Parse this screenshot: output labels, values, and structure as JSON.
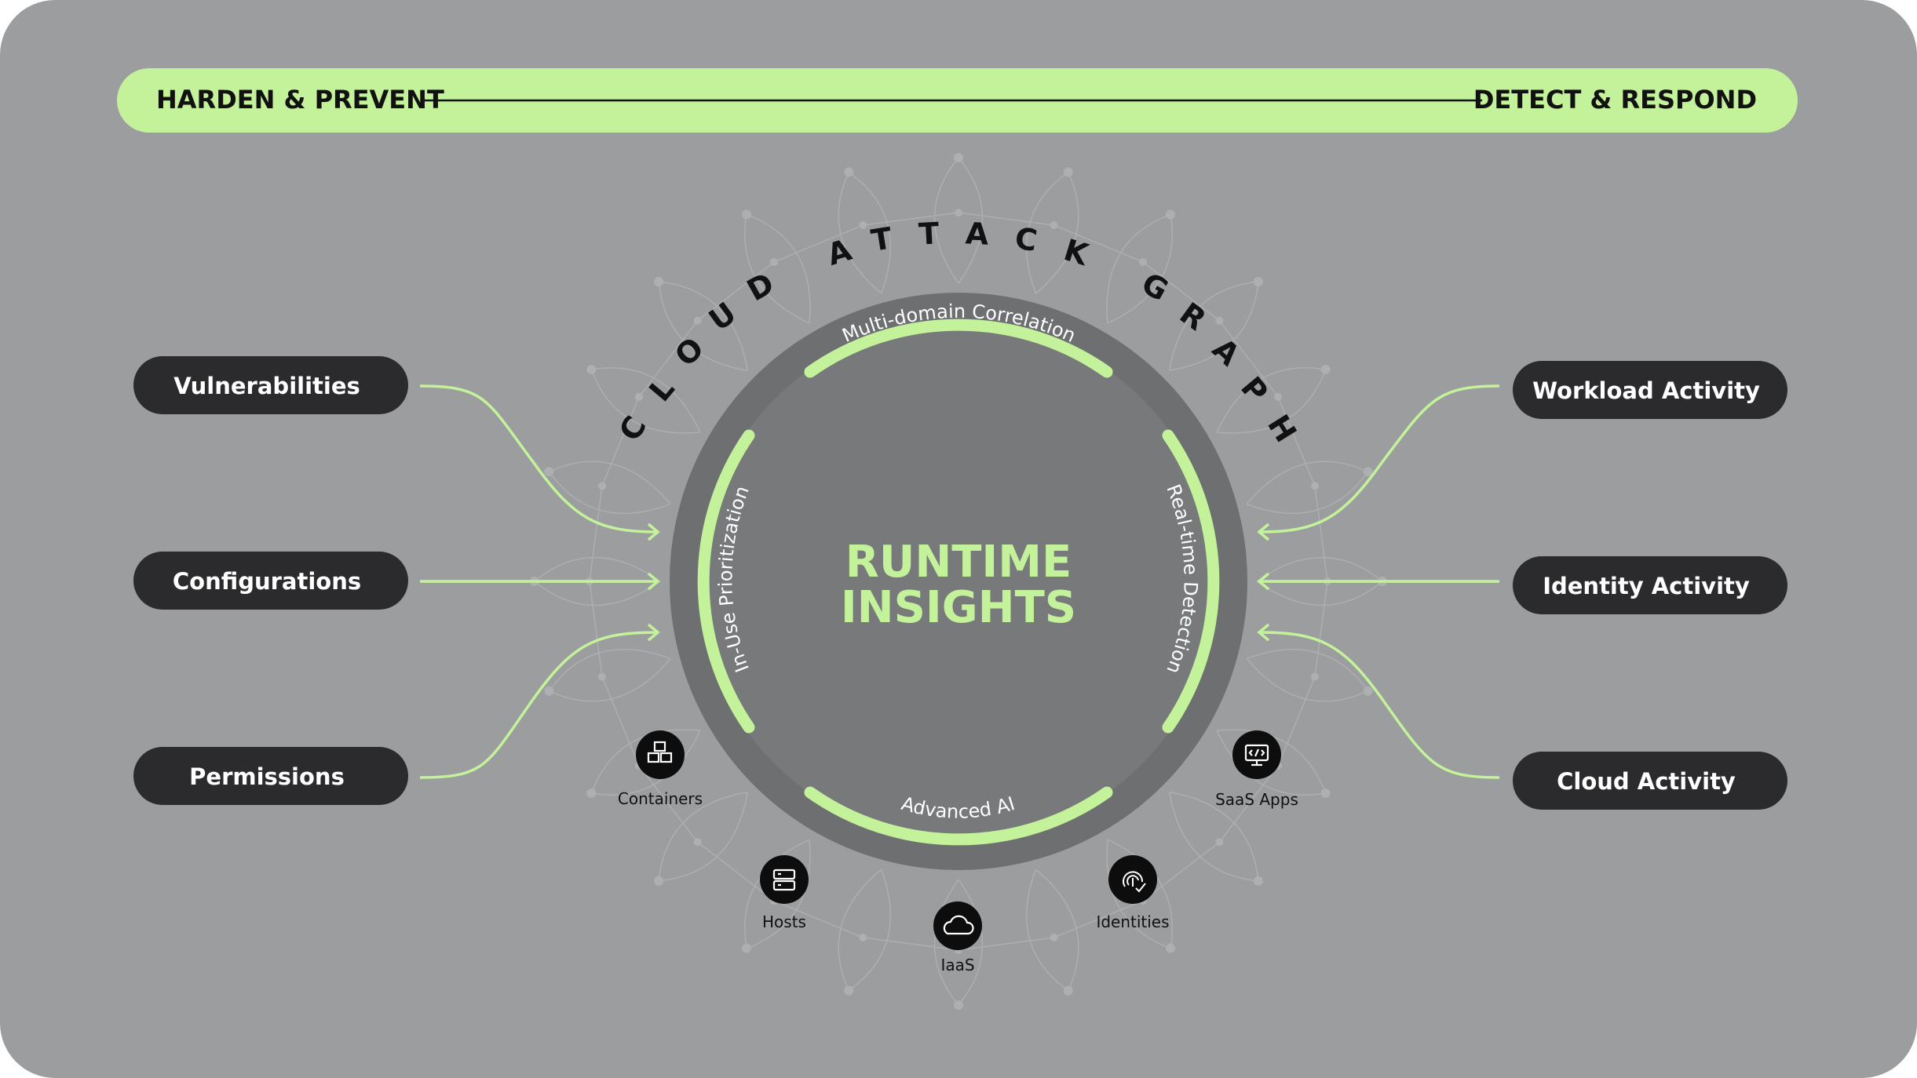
{
  "banner": {
    "left_label": "HARDEN & PREVENT",
    "right_label": "DETECT & RESPOND"
  },
  "inputs_left": [
    {
      "label": "Vulnerabilities"
    },
    {
      "label": "Configurations"
    },
    {
      "label": "Permissions"
    }
  ],
  "inputs_right": [
    {
      "label": "Workload Activity"
    },
    {
      "label": "Identity Activity"
    },
    {
      "label": "Cloud Activity"
    }
  ],
  "ring": {
    "title_letters": [
      "C",
      "L",
      "O",
      "U",
      "D",
      "A",
      "T",
      "T",
      "A",
      "C",
      "K",
      "G",
      "R",
      "A",
      "P",
      "H"
    ],
    "arcs": {
      "top": "Multi-domain Correlation",
      "left": "In-Use Prioritization",
      "right": "Real-time Detection",
      "bottom": "Advanced AI"
    }
  },
  "center": {
    "line1": "RUNTIME",
    "line2": "INSIGHTS"
  },
  "nodes": [
    {
      "label": "Containers",
      "icon": "cubes-icon"
    },
    {
      "label": "Hosts",
      "icon": "server-icon"
    },
    {
      "label": "IaaS",
      "icon": "cloud-icon"
    },
    {
      "label": "Identities",
      "icon": "fingerprint-icon"
    },
    {
      "label": "SaaS Apps",
      "icon": "code-monitor-icon"
    }
  ],
  "colors": {
    "background": "#9c9d9f",
    "accent": "#c3f29b",
    "pill": "#2b2b2e",
    "ring_outer": "#6e6f71",
    "ring_inner": "#78797b",
    "node": "#0d0d0d"
  }
}
